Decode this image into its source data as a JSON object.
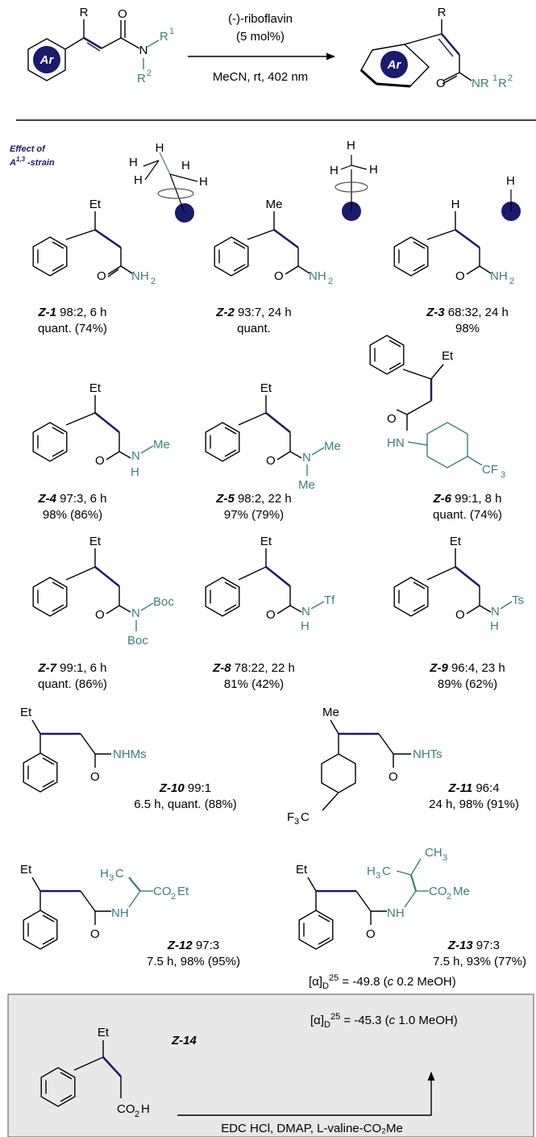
{
  "reaction": {
    "reagent1": "(-)-riboflavin",
    "reagent2": "(5 mol%)",
    "conditions": "MeCN, rt, 402 nm",
    "ar": "Ar",
    "r": "R",
    "r1": "R",
    "r1sup": "1",
    "r2": "R",
    "r2sup": "2",
    "n": "N",
    "o": "O",
    "nr_label": "NR",
    "nr_sup1": "1",
    "nr_r": "R",
    "nr_sup2": "2"
  },
  "strain": {
    "line1": "Effect of",
    "line2": "A",
    "sup": "1,3",
    "line2b": "-strain"
  },
  "atoms": {
    "H": "H",
    "Et": "Et",
    "Me": "Me",
    "O": "O",
    "NH2": "NH",
    "sub2": "2",
    "N": "N",
    "CF": "CF",
    "sub3": "3",
    "HN": "HN",
    "Boc": "Boc",
    "Tf": "Tf",
    "Ts": "Ts",
    "NHMs": "NHMs",
    "NHTs": "NHTs",
    "F3C": "F",
    "F3C_b": "C",
    "NH": "NH",
    "H3C": "H",
    "H3C_b": "C",
    "CO2Et": "CO",
    "CO2Et_b": "Et",
    "CO2Me": "CO",
    "CO2Me_b": "Me",
    "CH3": "CH",
    "CO2H": "CO",
    "CO2H_b": "H"
  },
  "compounds": [
    {
      "id": "Z-1",
      "line1": " 98:2, 6 h",
      "line2": "quant. (74%)"
    },
    {
      "id": "Z-2",
      "line1": " 93:7, 24 h",
      "line2": "quant."
    },
    {
      "id": "Z-3",
      "line1": " 68:32, 24 h",
      "line2": "98%"
    },
    {
      "id": "Z-4",
      "line1": " 97:3, 6 h",
      "line2": "98% (86%)"
    },
    {
      "id": "Z-5",
      "line1": " 98:2, 22 h",
      "line2": "97% (79%)"
    },
    {
      "id": "Z-6",
      "line1": " 99:1, 8 h",
      "line2": "quant. (74%)"
    },
    {
      "id": "Z-7",
      "line1": " 99:1, 6 h",
      "line2": "quant. (86%)"
    },
    {
      "id": "Z-8",
      "line1": " 78:22, 22 h",
      "line2": "81% (42%)"
    },
    {
      "id": "Z-9",
      "line1": " 96:4, 23 h",
      "line2": "89% (62%)"
    },
    {
      "id": "Z-10",
      "line1": " 99:1",
      "line2": "6.5 h, quant. (88%)"
    },
    {
      "id": "Z-11",
      "line1": " 96:4",
      "line2": "24 h, 98% (91%)"
    },
    {
      "id": "Z-12",
      "line1": " 97:3",
      "line2": "7.5 h, 98% (95%)"
    },
    {
      "id": "Z-13",
      "line1": " 97:3",
      "line2": "7.5 h, 93% (77%)"
    }
  ],
  "rotation": {
    "z13_a": "[α]",
    "z13_sub": "D",
    "z13_sup": "25",
    "z13_b": " = -49.8 (",
    "z13_c": "c",
    "z13_d": " 0.2 MeOH)",
    "z14_a": "[α]",
    "z14_sub": "D",
    "z14_sup": "25",
    "z14_b": " = -45.3 (",
    "z14_c": "c",
    "z14_d": " 1.0 MeOH)"
  },
  "z14": {
    "label": "Z-14",
    "conditions": "EDC HCl, DMAP, L-valine-CO₂Me"
  },
  "colors": {
    "navy": "#1a1a6e",
    "teal": "#3a7f80",
    "box": "#e8e8e8"
  }
}
